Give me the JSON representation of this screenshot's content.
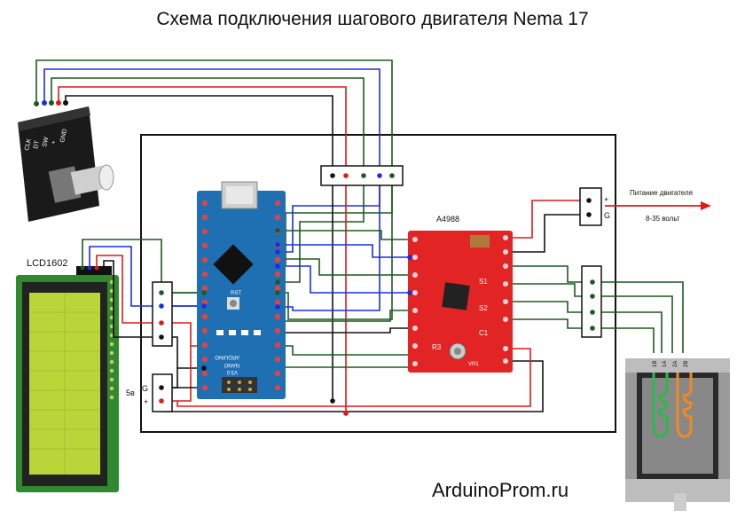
{
  "title": "Схема подключения шагового двигателя Nema 17",
  "credit": "ArduinoProm.ru",
  "labels": {
    "driver": "A4988",
    "lcd": "LCD1602",
    "power_label": "Питание двигателя",
    "power_range": "8-35 вольт",
    "plus": "+",
    "ground": "G",
    "five_volt": "5в",
    "encoder_pins": [
      "CLK",
      "DT",
      "SW",
      "+",
      "GND"
    ],
    "nano_text": [
      "ARDUINO",
      "NANO",
      "V3.0",
      "RST"
    ],
    "driver_silk": [
      "S1",
      "S2",
      "R3",
      "C1",
      "VR1"
    ],
    "motor_pins": [
      "1B",
      "1A",
      "2A",
      "2B"
    ]
  },
  "colors": {
    "wire_black": "#111111",
    "wire_green": "#1e5a1e",
    "wire_blue": "#1a2ee0",
    "wire_red": "#e01818",
    "nano_board": "#1f6fb3",
    "driver_board": "#e32424",
    "lcd_board": "#2f8a2f",
    "lcd_screen": "#b8d63a",
    "motor_body": "#9a9a9a"
  }
}
